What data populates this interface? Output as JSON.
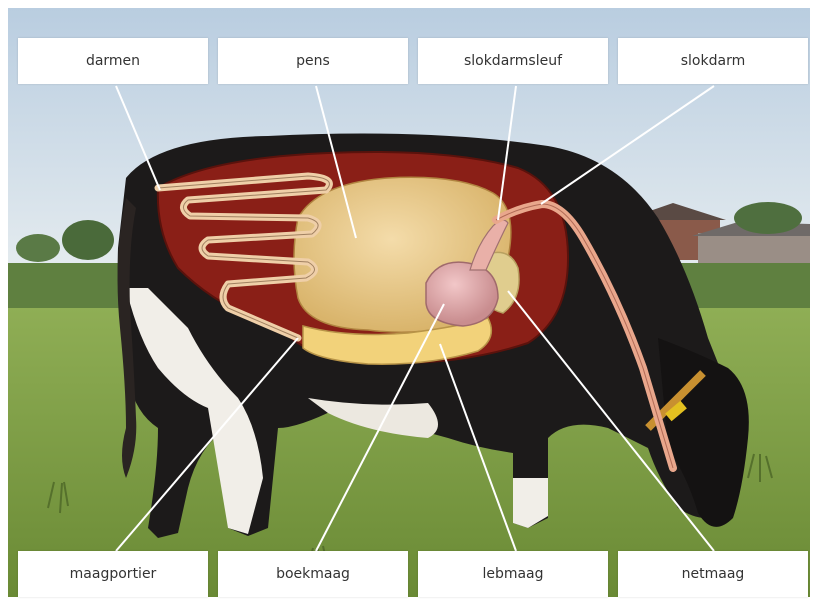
{
  "labels": {
    "darmen": "darmen",
    "pens": "pens",
    "slokdarmsleuf": "slokdarmsleuf",
    "slokdarm": "slokdarm",
    "maagportier": "maagportier",
    "boekmaag": "boekmaag",
    "lebmaag": "lebmaag",
    "netmaag": "netmaag"
  },
  "colors": {
    "sky": "#c9d8e6",
    "grass": "#7d9a45",
    "hide_black": "#1c1a1a",
    "hide_white": "#f1eee8",
    "body_cavity": "#8a1f17",
    "rumen": "#e7c98a",
    "intestine": "#efcfa8",
    "abomasum": "#f2d27a",
    "omasum": "#d9a0a2",
    "esophagus": "#e9a78c",
    "leader_line": "#ffffff"
  }
}
